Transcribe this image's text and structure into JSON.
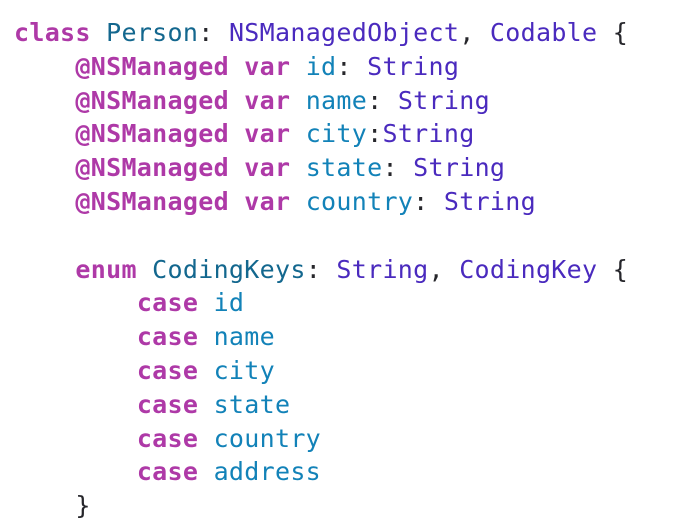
{
  "page": {
    "background_color": "#ffffff",
    "description": "Swift source code snippet of a Person NSManagedObject class with CodingKeys enum"
  },
  "token_styles": {
    "keyword": {
      "color": "#AE39A7",
      "bold": true
    },
    "type_decl": {
      "color": "#13678E",
      "bold": false
    },
    "member": {
      "color": "#1282B8",
      "bold": false
    },
    "framework": {
      "color": "#4A2ABE",
      "bold": false
    },
    "plain": {
      "color": "#26262B",
      "bold": false
    }
  },
  "code": {
    "language": "swift",
    "lines": [
      {
        "tokens": [
          {
            "t": "class",
            "c": "keyword"
          },
          {
            "t": " ",
            "c": "plain"
          },
          {
            "t": "Person",
            "c": "type_decl"
          },
          {
            "t": ": ",
            "c": "plain"
          },
          {
            "t": "NSManagedObject",
            "c": "framework"
          },
          {
            "t": ", ",
            "c": "plain"
          },
          {
            "t": "Codable",
            "c": "framework"
          },
          {
            "t": " {",
            "c": "plain"
          }
        ]
      },
      {
        "tokens": [
          {
            "t": "    ",
            "c": "plain"
          },
          {
            "t": "@NSManaged",
            "c": "keyword"
          },
          {
            "t": " ",
            "c": "plain"
          },
          {
            "t": "var",
            "c": "keyword"
          },
          {
            "t": " ",
            "c": "plain"
          },
          {
            "t": "id",
            "c": "member"
          },
          {
            "t": ": ",
            "c": "plain"
          },
          {
            "t": "String",
            "c": "framework"
          }
        ]
      },
      {
        "tokens": [
          {
            "t": "    ",
            "c": "plain"
          },
          {
            "t": "@NSManaged",
            "c": "keyword"
          },
          {
            "t": " ",
            "c": "plain"
          },
          {
            "t": "var",
            "c": "keyword"
          },
          {
            "t": " ",
            "c": "plain"
          },
          {
            "t": "name",
            "c": "member"
          },
          {
            "t": ": ",
            "c": "plain"
          },
          {
            "t": "String",
            "c": "framework"
          }
        ]
      },
      {
        "tokens": [
          {
            "t": "    ",
            "c": "plain"
          },
          {
            "t": "@NSManaged",
            "c": "keyword"
          },
          {
            "t": " ",
            "c": "plain"
          },
          {
            "t": "var",
            "c": "keyword"
          },
          {
            "t": " ",
            "c": "plain"
          },
          {
            "t": "city",
            "c": "member"
          },
          {
            "t": ":",
            "c": "plain"
          },
          {
            "t": "String",
            "c": "framework"
          }
        ]
      },
      {
        "tokens": [
          {
            "t": "    ",
            "c": "plain"
          },
          {
            "t": "@NSManaged",
            "c": "keyword"
          },
          {
            "t": " ",
            "c": "plain"
          },
          {
            "t": "var",
            "c": "keyword"
          },
          {
            "t": " ",
            "c": "plain"
          },
          {
            "t": "state",
            "c": "member"
          },
          {
            "t": ": ",
            "c": "plain"
          },
          {
            "t": "String",
            "c": "framework"
          }
        ]
      },
      {
        "tokens": [
          {
            "t": "    ",
            "c": "plain"
          },
          {
            "t": "@NSManaged",
            "c": "keyword"
          },
          {
            "t": " ",
            "c": "plain"
          },
          {
            "t": "var",
            "c": "keyword"
          },
          {
            "t": " ",
            "c": "plain"
          },
          {
            "t": "country",
            "c": "member"
          },
          {
            "t": ": ",
            "c": "plain"
          },
          {
            "t": "String",
            "c": "framework"
          }
        ]
      },
      {
        "tokens": [
          {
            "t": "",
            "c": "plain"
          }
        ]
      },
      {
        "tokens": [
          {
            "t": "    ",
            "c": "plain"
          },
          {
            "t": "enum",
            "c": "keyword"
          },
          {
            "t": " ",
            "c": "plain"
          },
          {
            "t": "CodingKeys",
            "c": "type_decl"
          },
          {
            "t": ": ",
            "c": "plain"
          },
          {
            "t": "String",
            "c": "framework"
          },
          {
            "t": ", ",
            "c": "plain"
          },
          {
            "t": "CodingKey",
            "c": "framework"
          },
          {
            "t": " {",
            "c": "plain"
          }
        ]
      },
      {
        "tokens": [
          {
            "t": "        ",
            "c": "plain"
          },
          {
            "t": "case",
            "c": "keyword"
          },
          {
            "t": " ",
            "c": "plain"
          },
          {
            "t": "id",
            "c": "member"
          }
        ]
      },
      {
        "tokens": [
          {
            "t": "        ",
            "c": "plain"
          },
          {
            "t": "case",
            "c": "keyword"
          },
          {
            "t": " ",
            "c": "plain"
          },
          {
            "t": "name",
            "c": "member"
          }
        ]
      },
      {
        "tokens": [
          {
            "t": "        ",
            "c": "plain"
          },
          {
            "t": "case",
            "c": "keyword"
          },
          {
            "t": " ",
            "c": "plain"
          },
          {
            "t": "city",
            "c": "member"
          }
        ]
      },
      {
        "tokens": [
          {
            "t": "        ",
            "c": "plain"
          },
          {
            "t": "case",
            "c": "keyword"
          },
          {
            "t": " ",
            "c": "plain"
          },
          {
            "t": "state",
            "c": "member"
          }
        ]
      },
      {
        "tokens": [
          {
            "t": "        ",
            "c": "plain"
          },
          {
            "t": "case",
            "c": "keyword"
          },
          {
            "t": " ",
            "c": "plain"
          },
          {
            "t": "country",
            "c": "member"
          }
        ]
      },
      {
        "tokens": [
          {
            "t": "        ",
            "c": "plain"
          },
          {
            "t": "case",
            "c": "keyword"
          },
          {
            "t": " ",
            "c": "plain"
          },
          {
            "t": "address",
            "c": "member"
          }
        ]
      },
      {
        "tokens": [
          {
            "t": "    }",
            "c": "plain"
          }
        ]
      }
    ]
  }
}
